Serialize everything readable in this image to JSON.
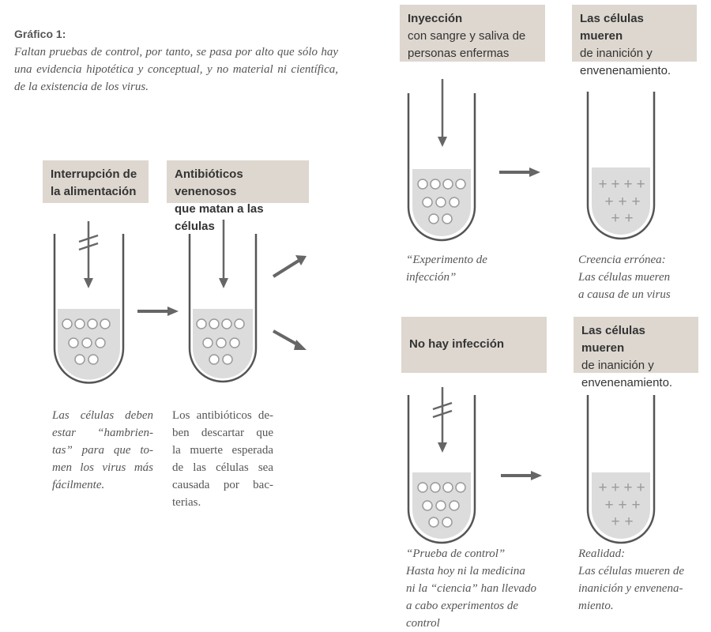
{
  "header": {
    "title": "Gráfico 1:",
    "description": "Faltan pruebas de control, por tanto, se pasa por alto que sólo hay una evidencia hipotética y conceptual, y no material ni científica, de la existencia de los virus."
  },
  "labels": {
    "starvation": {
      "line1": "Interrupción de",
      "line2": "la alimentación"
    },
    "antibiotics": {
      "line1": "Antibióticos venenosos",
      "line2": "que matan a las células"
    },
    "injection": {
      "bold": "Inyección",
      "line1": "con sangre y saliva de",
      "line2": "personas enfermas"
    },
    "cells_die_top": {
      "bold": "Las células mueren",
      "line1": "de inanición y",
      "line2": "envenenamiento."
    },
    "no_infection": {
      "bold": "No hay infección"
    },
    "cells_die_bottom": {
      "bold": "Las células mueren",
      "line1": "de inanición y",
      "line2": "envenenamiento."
    }
  },
  "captions": {
    "cells_hungry": [
      "Las células deben",
      "estar “hambrien-",
      "tas” para que to-",
      "men los virus más",
      "fácilmente."
    ],
    "antibiotics_note": [
      "Los antibióticos de-",
      "ben descartar que",
      "la muerte esperada",
      "de las células sea",
      "causada por bac-",
      "terias."
    ],
    "infection_experiment": [
      "“Experimento de",
      "infección”"
    ],
    "erroneous_belief": [
      "Creencia errónea:",
      "Las células mueren",
      "a causa de un virus"
    ],
    "control_test": [
      "“Prueba de control”",
      "Hasta hoy ni la medicina",
      "ni la “ciencia” han llevado",
      "a cabo experimentos de",
      "control"
    ],
    "reality": [
      "Realidad:",
      "Las células mueren de",
      "inanición y envenena-",
      "miento."
    ]
  },
  "symbols": {
    "plus": "+"
  },
  "colors": {
    "label_bg": "#ddd7cf",
    "tube_stroke": "#555555",
    "liquid": "#dcdcdc",
    "arrow": "#666666",
    "plus": "#9a9a9a",
    "cell_stroke": "#9a9a9a"
  }
}
